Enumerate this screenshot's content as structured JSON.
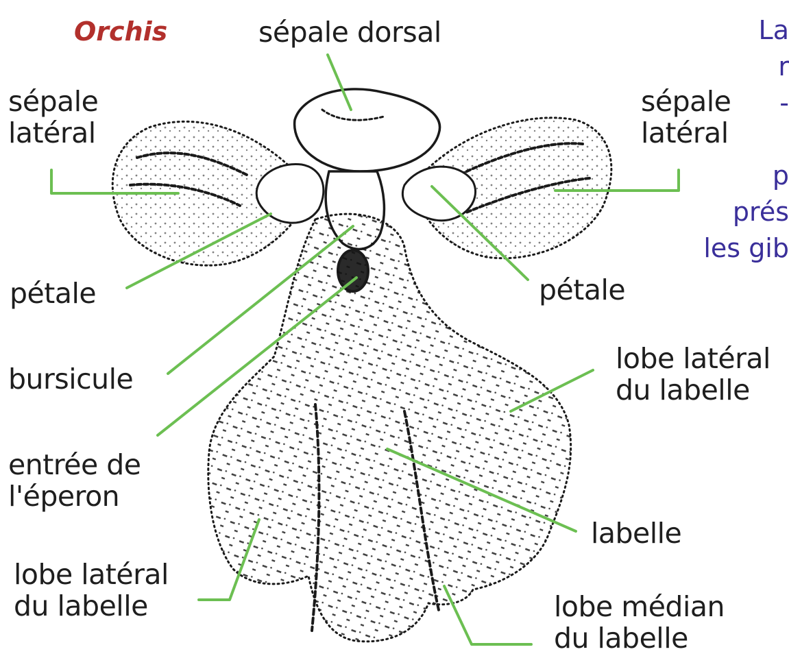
{
  "title": "Orchis",
  "labels": {
    "sepale_dorsal": "sépale dorsal",
    "sepale_lateral_left": [
      "sépale",
      "latéral"
    ],
    "sepale_lateral_right": [
      "sépale",
      "latéral"
    ],
    "petale_left": "pétale",
    "petale_right": "pétale",
    "bursicule": "bursicule",
    "entree_eperon": [
      "entrée de",
      "l'éperon"
    ],
    "lobe_lateral_right": [
      "lobe latéral",
      "du labelle"
    ],
    "labelle": "labelle",
    "lobe_lateral_left": [
      "lobe latéral",
      "du labelle"
    ],
    "lobe_median": [
      "lobe médian",
      "du labelle"
    ]
  },
  "side_text_lines": [
    "La",
    "r",
    "-",
    "",
    "p",
    "prés",
    "les gib"
  ],
  "colors": {
    "leader": "#6cbf52",
    "title": "#b2302c",
    "side_text": "#3a2f9a",
    "ink": "#1e1e1e"
  }
}
